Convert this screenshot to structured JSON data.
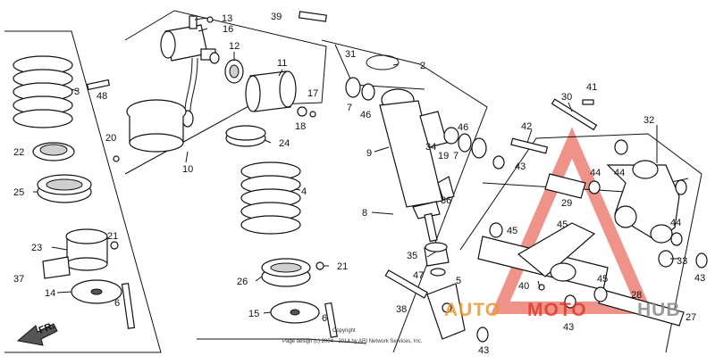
{
  "callouts": {
    "p1": "1",
    "p2": "2",
    "p3": "3",
    "p4": "4",
    "p5": "5",
    "p6a": "6",
    "p6b": "6",
    "p7a": "7",
    "p7b": "7",
    "p8": "8",
    "p9": "9",
    "p10": "10",
    "p11": "11",
    "p12": "12",
    "p13": "13",
    "p14": "14",
    "p15": "15",
    "p16": "16",
    "p17": "17",
    "p18": "18",
    "p19": "19",
    "p20": "20",
    "p21a": "21",
    "p21b": "21",
    "p22": "22",
    "p23": "23",
    "p24": "24",
    "p25": "25",
    "p26": "26",
    "p27": "27",
    "p28": "28",
    "p29": "29",
    "p30": "30",
    "p31": "31",
    "p32": "32",
    "p33": "33",
    "p34": "34",
    "p35": "35",
    "p36": "36",
    "p37": "37",
    "p38": "38",
    "p39": "39",
    "p40": "40",
    "p41": "41",
    "p42": "42",
    "p43a": "43",
    "p43b": "43",
    "p43c": "43",
    "p43d": "43",
    "p44a": "44",
    "p44b": "44",
    "p44c": "44",
    "p45a": "45",
    "p45b": "45",
    "p45c": "45",
    "p46a": "46",
    "p46b": "46",
    "p47": "47",
    "p48": "48"
  },
  "front_label": "FR.",
  "copyright": {
    "line1": "Copyright",
    "line2": "Page design (c) 2004 - 2014 by ARI Network Services, Inc."
  },
  "watermark": {
    "part_a": "AUTO",
    "part_b": "MOTO",
    "part_c": "HUB",
    "color_a": "#e89a30",
    "color_b": "#e23a2a",
    "color_c": "#8a8a8a"
  }
}
